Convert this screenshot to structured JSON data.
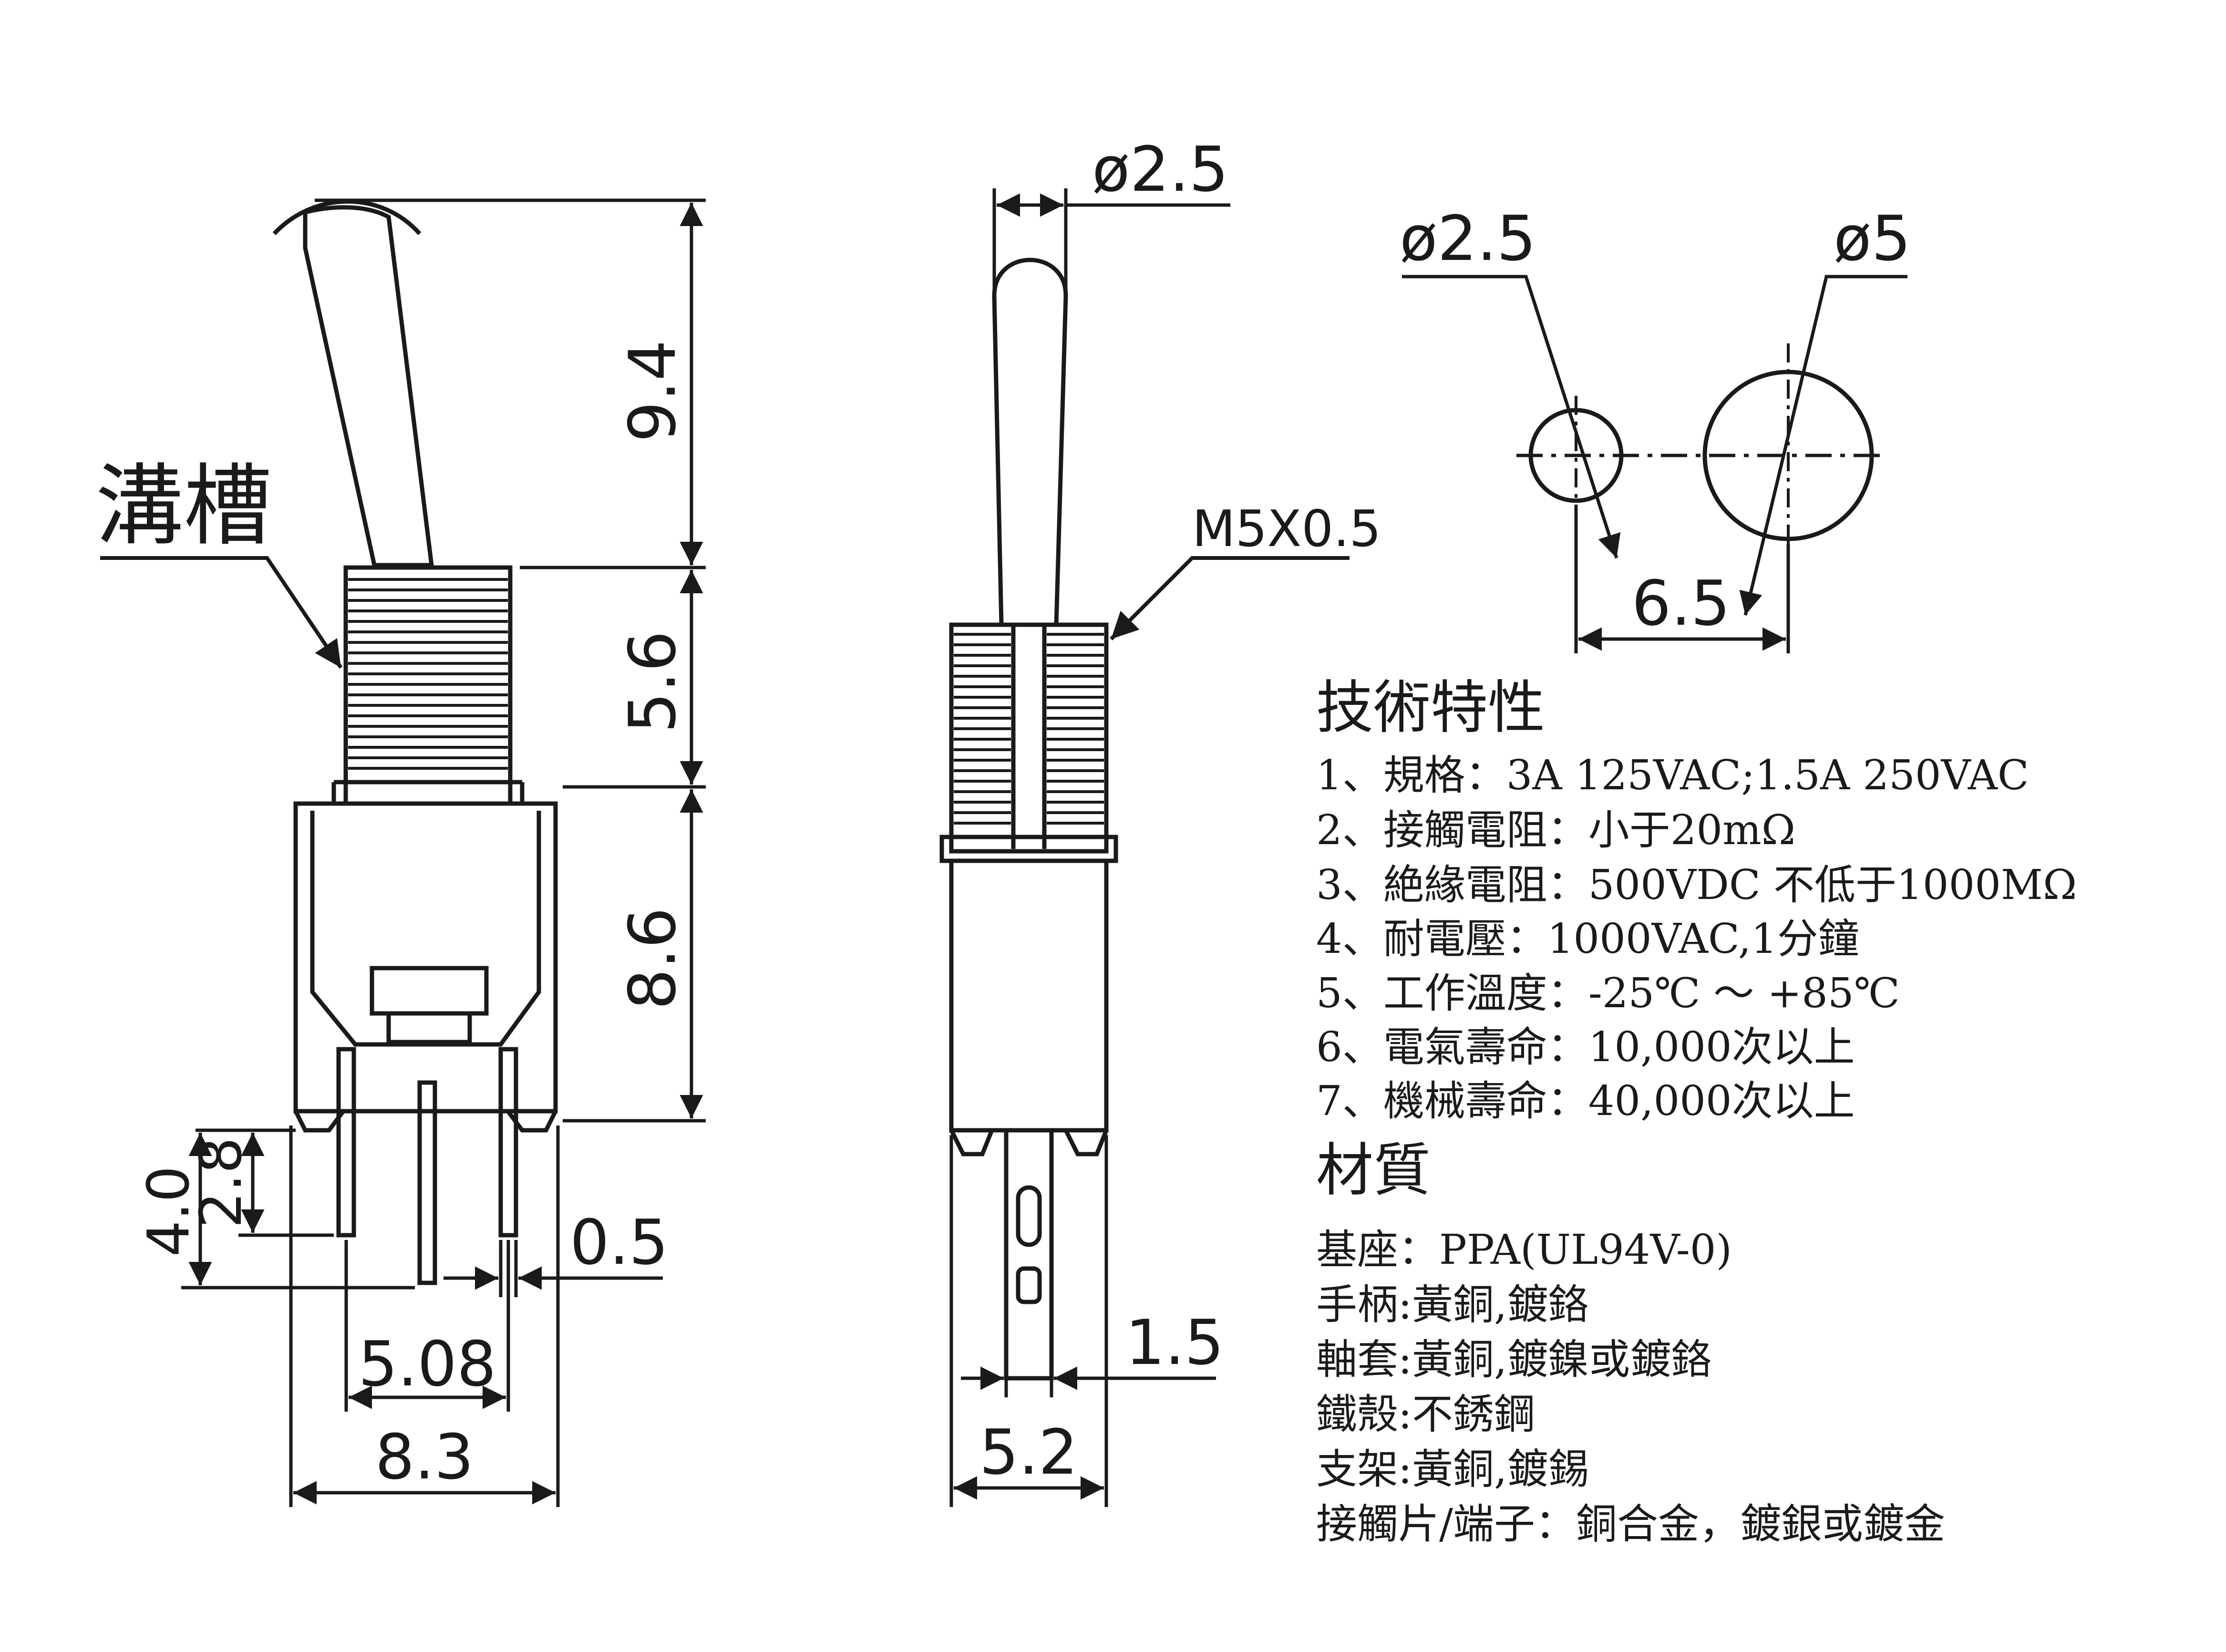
{
  "left_view": {
    "groove_label": "溝槽",
    "dim_handle": "9.4",
    "dim_bushing": "5.6",
    "dim_body": "8.6",
    "dim_pin_short": "2.8",
    "dim_pin_long": "4.0",
    "dim_pin_width": "0.5",
    "dim_pin_pitch": "5.08",
    "dim_body_width": "8.3"
  },
  "side_view": {
    "dim_handle_dia": "ø2.5",
    "dim_thread": "M5X0.5",
    "dim_terminal": "1.5",
    "dim_width": "5.2"
  },
  "mount_view": {
    "dim_small_hole": "ø2.5",
    "dim_big_hole": "ø5",
    "dim_spacing": "6.5"
  },
  "specs": {
    "title": "技術特性",
    "items": [
      "1、規格：3A 125VAC;1.5A 250VAC",
      "2、接觸電阻：小于20mΩ",
      "3、絶緣電阻：500VDC 不低于1000MΩ",
      "4、耐電壓：1000VAC,1分鐘",
      "5、工作溫度：-25℃ ～ +85℃",
      "6、電氣壽命：10,000次以上",
      "7、機械壽命：40,000次以上"
    ]
  },
  "materials": {
    "title": "材質",
    "items": [
      "基座：PPA(UL94V-0)",
      "手柄:黃銅,鍍鉻",
      "軸套:黃銅,鍍鎳或鍍鉻",
      "鐵殼:不銹鋼",
      "支架:黃銅,鍍錫",
      "接觸片/端子：銅合金，鍍銀或鍍金"
    ]
  }
}
